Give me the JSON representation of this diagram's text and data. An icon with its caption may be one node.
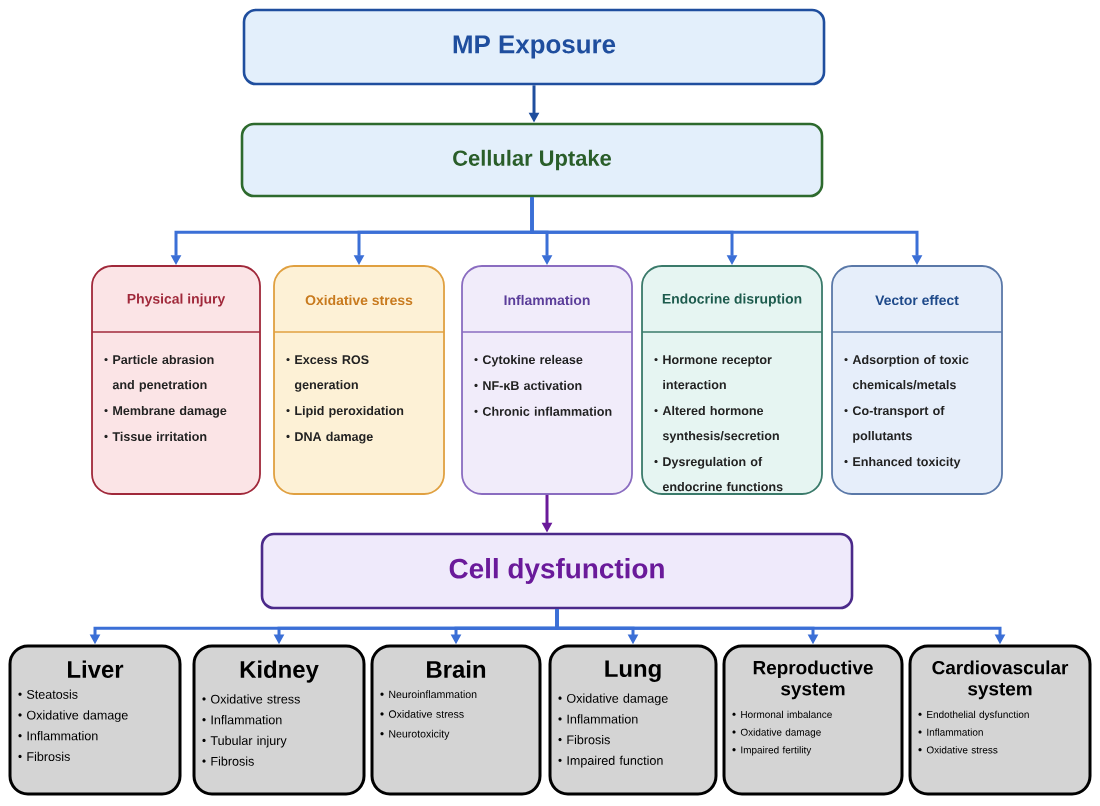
{
  "diagram": {
    "nodes": [
      {
        "text": [
          "MP Exposure"
        ]
      },
      {
        "text": [
          "Cellular Uptake"
        ]
      },
      {
        "text": [
          "Physical injury",
          "Particle abrasion and penetration",
          "Membrane damage",
          "Tissue irritation"
        ]
      },
      {
        "text": [
          "Oxidative stress",
          "Excess ROS generation",
          "Lipid peroxidation",
          "DNA damage"
        ]
      },
      {
        "text": [
          "Inflammation",
          "Cytokine release",
          "NF-κB activation",
          "Chronic inflammation"
        ]
      },
      {
        "text": [
          "Endocrine disruption",
          "Hormone receptor interaction",
          "Altered hormone synthesis/secretion",
          "Dysregulation of endocrine functions"
        ]
      },
      {
        "text": [
          "Vector effect",
          "Adsorption of toxic chemicals/metals",
          "Co-transport of pollutants",
          "Enhanced toxicity"
        ]
      },
      {
        "text": [
          "Cell dysfunction"
        ]
      },
      {
        "text": [
          "Liver",
          "Steatosis",
          "Oxidative damage",
          "Inflammation",
          "Fibrosis"
        ]
      },
      {
        "text": [
          "Kidney",
          "Oxidative stress",
          "Inflammation",
          "Tubular injury",
          "Fibrosis"
        ]
      },
      {
        "text": [
          "Brain",
          "Neuroinflammation",
          "Oxidative stress",
          "Neurotoxicity"
        ]
      },
      {
        "text": [
          "Lung",
          "Oxidative damage",
          "Inflammation",
          "Fibrosis",
          "Impaired function"
        ]
      },
      {
        "text": [
          "Reproductive system",
          "Hormonal imbalance",
          "Oxidative damage",
          "Impaired fertility"
        ]
      },
      {
        "text": [
          "Cardiovascular system",
          "Endothelial dysfunction",
          "Inflammation",
          "Oxidative stress"
        ]
      }
    ],
    "edges": [
      {
        "from": 0,
        "to": 1,
        "arrow": "to",
        "color": "#1f4e9e"
      },
      {
        "from": 1,
        "to": 2,
        "arrow": "to"
      },
      {
        "from": 1,
        "to": 3,
        "arrow": "to"
      },
      {
        "from": 1,
        "to": 4,
        "arrow": "to"
      },
      {
        "from": 1,
        "to": 5,
        "arrow": "to"
      },
      {
        "from": 1,
        "to": 6,
        "arrow": "to"
      },
      {
        "from": 4,
        "to": 7,
        "arrow": "to",
        "color": "#6a1a9a"
      },
      {
        "from": 7,
        "to": 8,
        "arrow": "to"
      },
      {
        "from": 7,
        "to": 9,
        "arrow": "to"
      },
      {
        "from": 7,
        "to": 10,
        "arrow": "to"
      },
      {
        "from": 7,
        "to": 11,
        "arrow": "to"
      },
      {
        "from": 7,
        "to": 12,
        "arrow": "to"
      },
      {
        "from": 7,
        "to": 13,
        "arrow": "to"
      }
    ]
  }
}
